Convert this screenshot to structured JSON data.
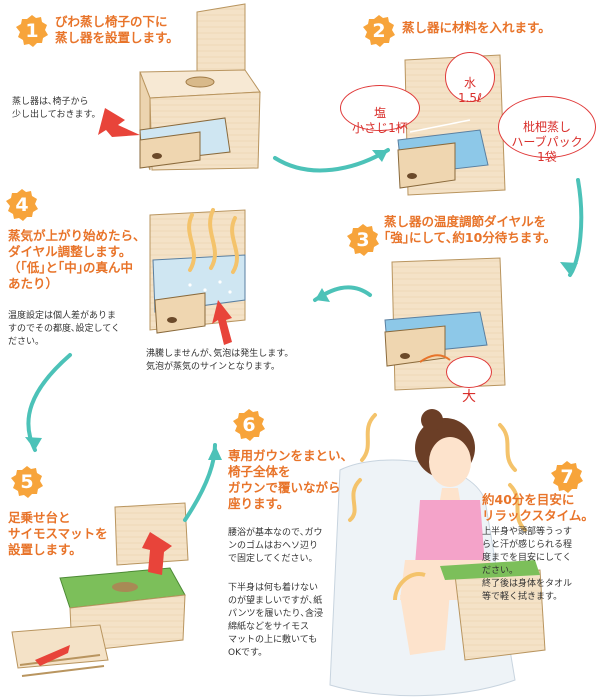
{
  "steps": [
    {
      "num": "1",
      "title": "びわ蒸し椅子の下に\n蒸し器を設置します。",
      "note": "蒸し器は､椅子から\n少し出しておきます。"
    },
    {
      "num": "2",
      "title": "蒸し器に材料を入れます。"
    },
    {
      "num": "3",
      "title": "蒸し器の温度調節ダイヤルを\n｢強｣にして､約10分待ちます。"
    },
    {
      "num": "4",
      "title": "蒸気が上がり始めたら、\nダイヤル調整します。\n（｢低｣と｢中｣の真ん中\nあたり）",
      "note": "温度設定は個人差がありま\nすのでその都度､設定してく\nださい。"
    },
    {
      "num": "5",
      "title": "足乗せ台と\nサイモスマットを\n設置します。"
    },
    {
      "num": "6",
      "title": "専用ガウンをまとい、\n椅子全体を\nガウンで覆いながら\n座ります。",
      "note1": "腰浴が基本なので､ガウ\nンのゴムはおヘソ辺り\nで固定してください。",
      "note2": "下半身は何も着けない\nのが望ましいですが､紙\nパンツを履いたり､含浸\n綿紙などをサイモス\nマットの上に敷いても\nOKです。"
    },
    {
      "num": "7",
      "title": "約40分を目安に\nリラックスタイム。",
      "note": "上半身や頭部等うっす\nらと汗が感じられる程\n度までを目安にしてく\nださい。\n終了後は身体をタオル\n等で軽く拭きます。"
    }
  ],
  "bubbles": {
    "salt": "塩\n小さじ1杯",
    "water": "水\n1.5ℓ",
    "herb": "枇杷蒸し\nハーブパック\n1袋",
    "dial": "大"
  },
  "step4_caption": "沸騰しませんが､気泡は発生します。\n気泡が蒸気のサインとなります。",
  "colors": {
    "accent": "#e8742a",
    "arrow": "#4cc2b8",
    "red": "#e03a3a",
    "wood": "#f3dfc2"
  }
}
